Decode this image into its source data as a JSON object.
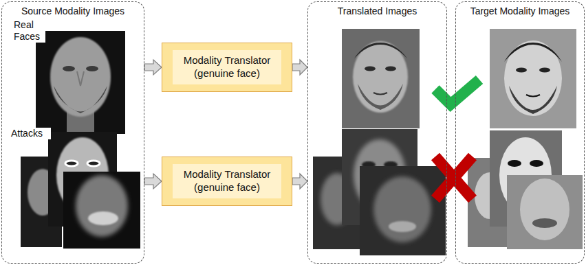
{
  "diagram": {
    "nodes": [
      {
        "text": [
          "Source Modality Images"
        ]
      },
      {
        "text": [
          "Modality Translator (genuine face)"
        ]
      },
      {
        "text": [
          "Modality Translator (genuine face)"
        ]
      },
      {
        "text": [
          "Translated Images"
        ]
      },
      {
        "text": [
          "Target Modality Images"
        ]
      }
    ],
    "edges": [
      {
        "from": 0,
        "to": 1,
        "arrow": "to"
      },
      {
        "from": 0,
        "to": 2,
        "arrow": "to"
      },
      {
        "from": 1,
        "to": 3,
        "arrow": "to"
      },
      {
        "from": 2,
        "to": 3,
        "arrow": "to"
      }
    ],
    "labels": [
      "Real Faces",
      "Attacks"
    ]
  }
}
